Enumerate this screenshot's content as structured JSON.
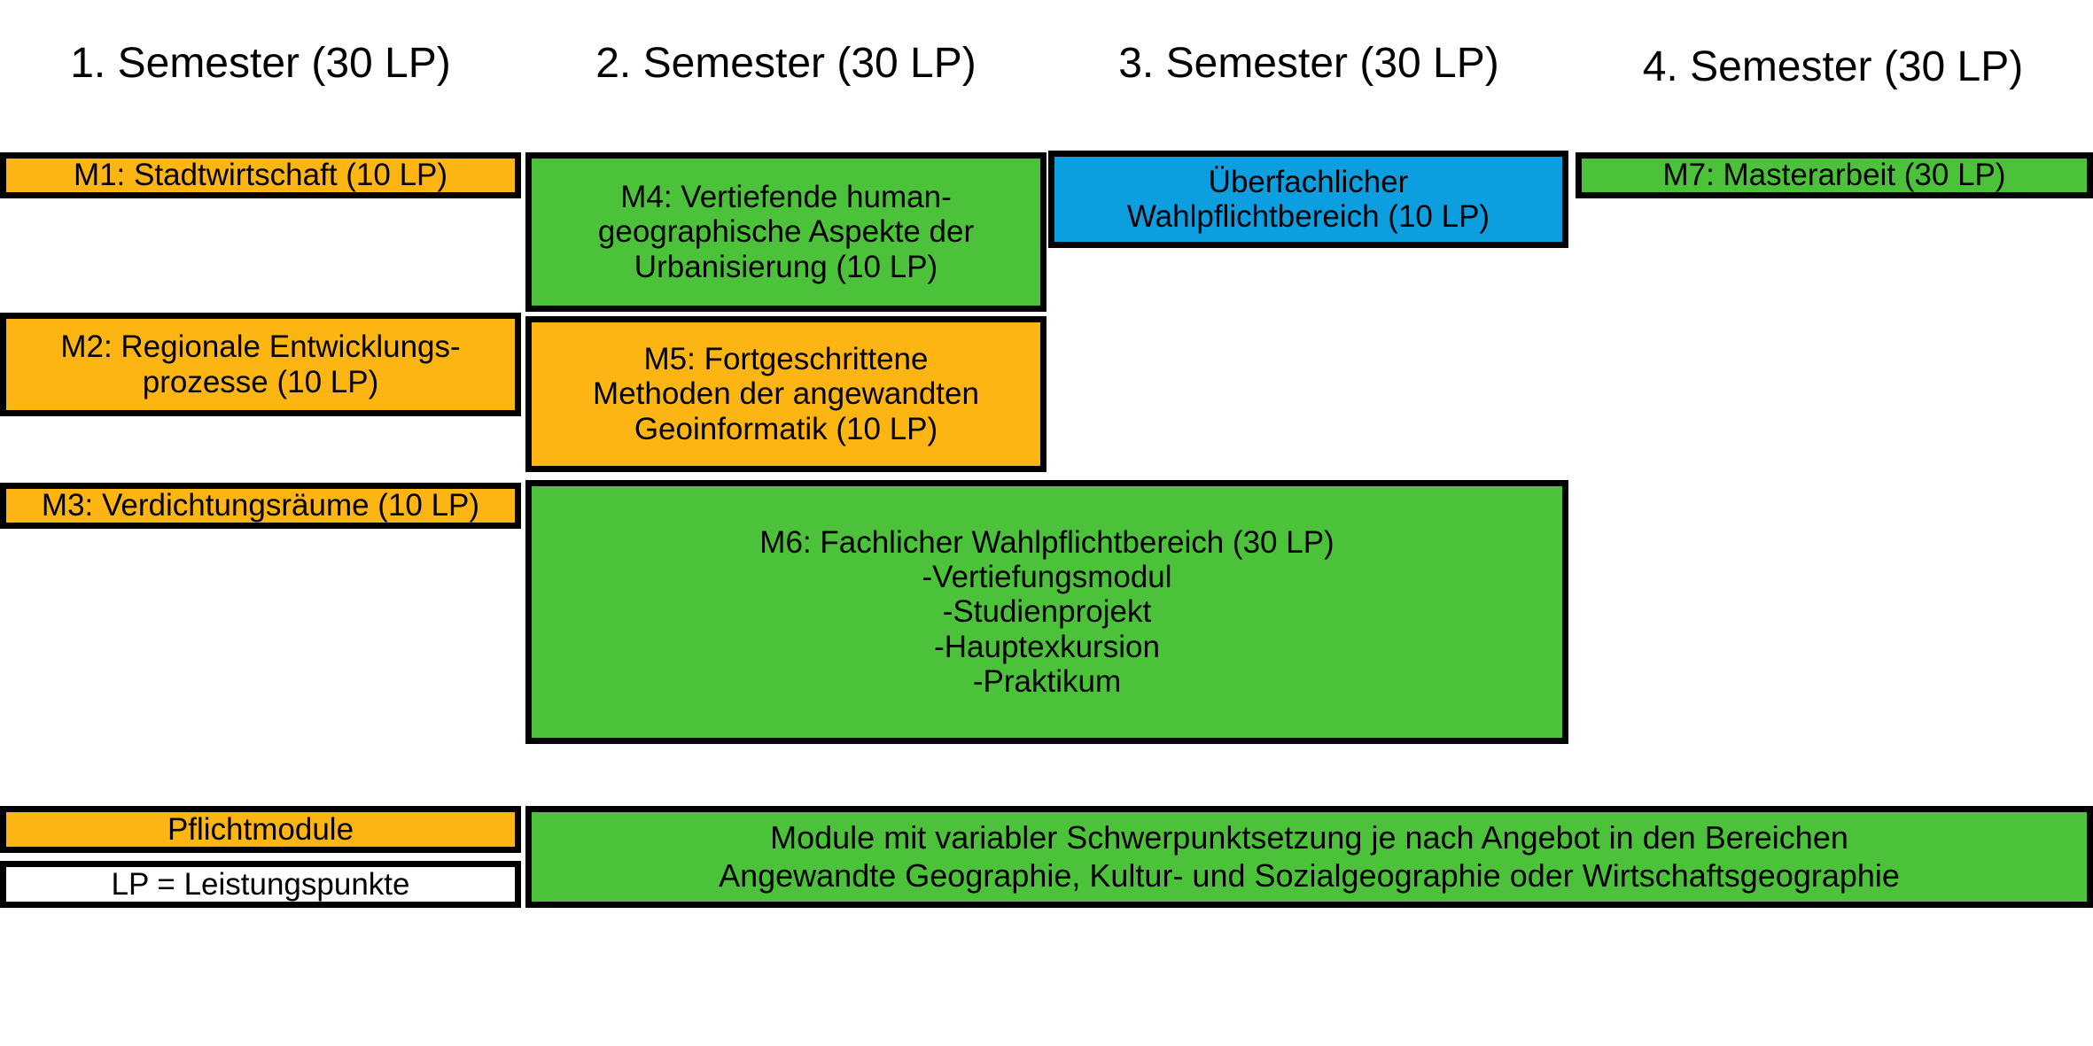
{
  "diagram": {
    "title_semester_columns": [
      {
        "id": "sem1",
        "label": "1. Semester (30 LP)"
      },
      {
        "id": "sem2",
        "label": "2. Semester (30 LP)"
      },
      {
        "id": "sem3",
        "label": "3. Semester (30 LP)"
      },
      {
        "id": "sem4",
        "label": "4. Semester (30 LP)"
      }
    ],
    "modules": {
      "m1": {
        "line1": "M1: Stadtwirtschaft (10 LP)",
        "color": "#FCB512",
        "type": "Pflichtmodul"
      },
      "m2": {
        "line1": "M2: Regionale Entwicklungs-",
        "line2": "prozesse (10 LP)",
        "color": "#FCB512",
        "type": "Pflichtmodul"
      },
      "m3": {
        "line1": "M3: Verdichtungsräume (10 LP)",
        "color": "#FCB512",
        "type": "Pflichtmodul"
      },
      "m4": {
        "line1": "M4: Vertiefende human-",
        "line2": "geographische Aspekte der",
        "line3": "Urbanisierung (10 LP)",
        "color": "#4CC23A",
        "type": "Wahlmodul"
      },
      "m5": {
        "line1": "M5: Fortgeschrittene",
        "line2": "Methoden der angewandten",
        "line3": "Geoinformatik (10 LP)",
        "color": "#FCB512",
        "type": "Pflichtmodul"
      },
      "m6": {
        "line1": "M6: Fachlicher Wahlpflichtbereich (30 LP)",
        "line2": "-Vertiefungsmodul",
        "line3": "-Studienprojekt",
        "line4": "-Hauptexkursion",
        "line5": "-Praktikum",
        "color": "#4CC23A",
        "type": "Wahlmodul"
      },
      "ueberfachlich": {
        "line1": "Überfachlicher",
        "line2": "Wahlpflichtbereich (10 LP)",
        "color": "#0D9EE0",
        "type": "Wahlpflichtbereich"
      },
      "m7": {
        "line1": "M7: Masterarbeit (30 LP)",
        "color": "#4CC23A",
        "type": "Wahlmodul"
      }
    },
    "legend": {
      "pflichtmodule": "Pflichtmodule",
      "lp_definition": "LP = Leistungspunkte",
      "variable_line1": "Module mit variabler Schwerpunktsetzung je nach Angebot in den Bereichen",
      "variable_line2": "Angewandte Geographie, Kultur- und Sozialgeographie oder Wirtschaftsgeographie"
    },
    "colors": {
      "orange": "#FCB512",
      "green": "#4CC23A",
      "blue": "#0D9EE0",
      "border": "#000000",
      "background": "#FFFFFF"
    }
  }
}
